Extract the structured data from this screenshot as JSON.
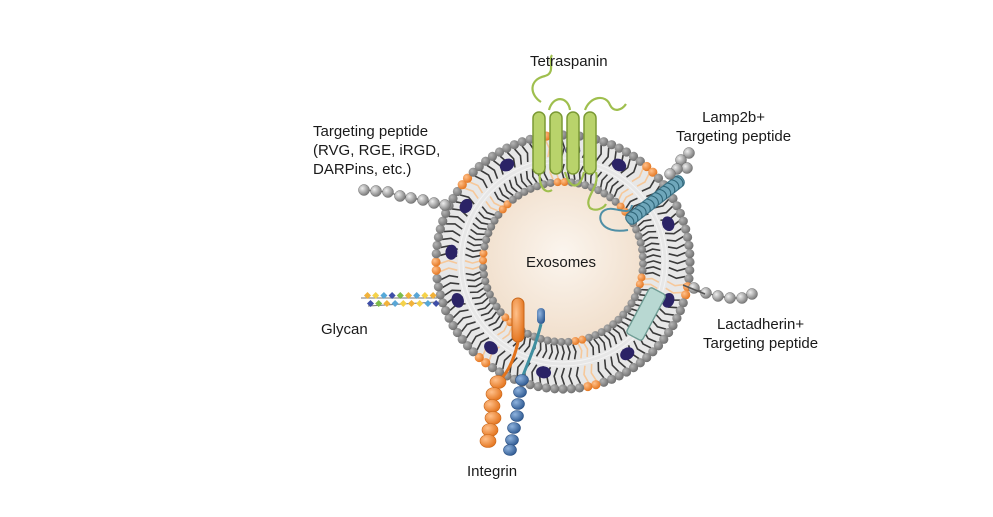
{
  "diagram": {
    "center_label": "Exosomes",
    "labels": {
      "tetraspanin": "Tetraspanin",
      "lamp2b": [
        "Lamp2b+",
        "Targeting peptide"
      ],
      "targeting_peptide": [
        "Targeting peptide",
        "(RVG, RGE, iRGD,",
        "DARPins, etc.)"
      ],
      "glycan": "Glycan",
      "lactadherin": [
        "Lactadherin+",
        "Targeting peptide"
      ],
      "integrin": "Integrin"
    },
    "colors": {
      "membrane_head": "#8e8e8e",
      "lipid_tail": "#3a3a3a",
      "lumen": "#f6ece1",
      "raft_head": "#f08a2c",
      "raft_tail": "#f6c89a",
      "membrane_protein": "#2b2366",
      "tetraspanin": "#b9d36b",
      "lamp2b": "#4f8fa6",
      "lactadherin": "#b8d8d2",
      "integrin_orange": "#ec8a3a",
      "integrin_blue": "#3f6ea8",
      "peptide_bead": "#a8a8a8"
    }
  }
}
